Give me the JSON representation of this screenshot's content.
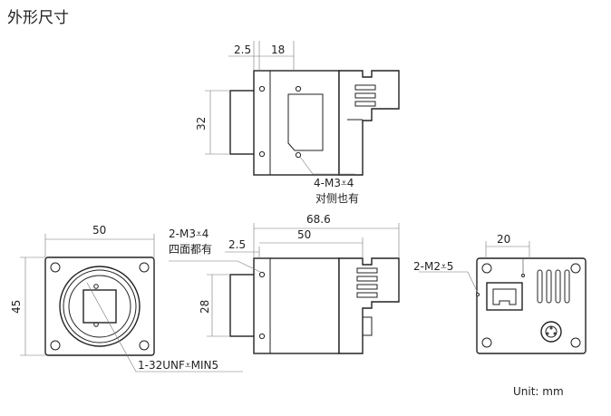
{
  "title": "外形尺寸",
  "unit_label": "Unit: mm",
  "dims": {
    "top_offset": "2.5",
    "top_width": "18",
    "top_height": "32",
    "front_width": "50",
    "front_height": "45",
    "side_total": "68.6",
    "side_body": "50",
    "side_offset": "2.5",
    "side_height": "28",
    "back_width": "20"
  },
  "notes": {
    "top_holes_line1": "4-M3⩡4",
    "top_holes_line2": "对侧也有",
    "side_holes_line1": "2-M3⩡4",
    "side_holes_line2": "四面都有",
    "mount": "1-32UNF⩡MIN5",
    "back_holes": "2-M2⩡5"
  }
}
